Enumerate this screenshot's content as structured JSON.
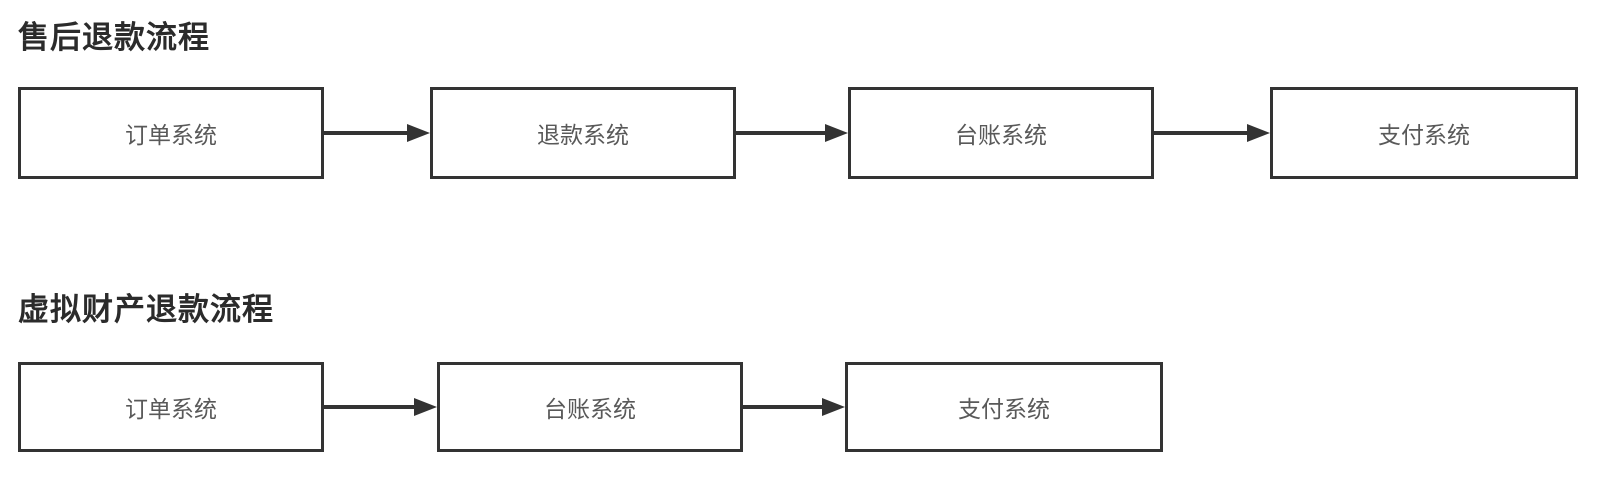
{
  "colors": {
    "background": "#ffffff",
    "box_border": "#333333",
    "box_fill": "#ffffff",
    "box_text": "#595959",
    "title_text": "#2b2b2b",
    "arrow": "#333333"
  },
  "flows": [
    {
      "title": "售后退款流程",
      "nodes": [
        {
          "label": "订单系统"
        },
        {
          "label": "退款系统"
        },
        {
          "label": "台账系统"
        },
        {
          "label": "支付系统"
        }
      ],
      "edges": [
        {
          "from": "订单系统",
          "to": "退款系统"
        },
        {
          "from": "退款系统",
          "to": "台账系统"
        },
        {
          "from": "台账系统",
          "to": "支付系统"
        }
      ]
    },
    {
      "title": "虚拟财产退款流程",
      "nodes": [
        {
          "label": "订单系统"
        },
        {
          "label": "台账系统"
        },
        {
          "label": "支付系统"
        }
      ],
      "edges": [
        {
          "from": "订单系统",
          "to": "台账系统"
        },
        {
          "from": "台账系统",
          "to": "支付系统"
        }
      ]
    }
  ]
}
